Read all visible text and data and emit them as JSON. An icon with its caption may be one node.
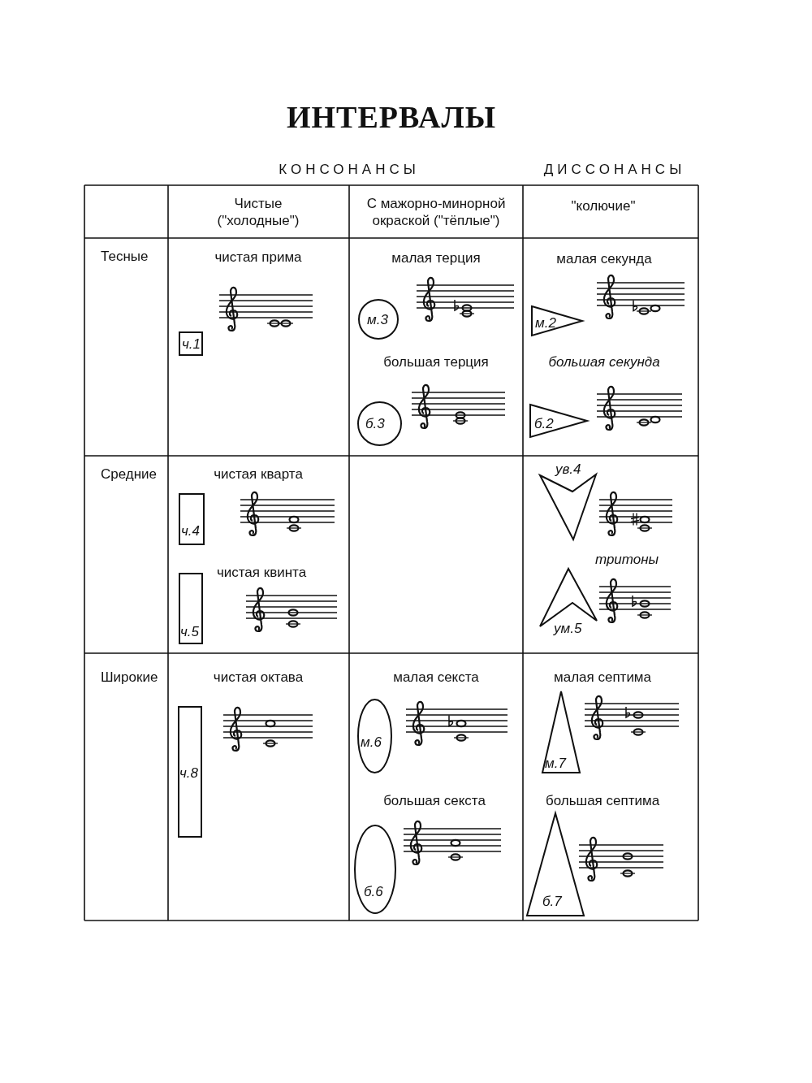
{
  "diagram": {
    "title": "ИНТЕРВАЛЫ",
    "nodes": [
      {
        "text": [
          "ч.1"
        ]
      },
      {
        "text": [
          "м.3"
        ]
      },
      {
        "text": [
          "м.2"
        ]
      },
      {
        "text": [
          "б.3"
        ]
      },
      {
        "text": [
          "б.2"
        ]
      },
      {
        "text": [
          "ч.4"
        ]
      },
      {
        "text": [
          "ч.5"
        ]
      },
      {
        "text": [
          "ув.4"
        ]
      },
      {
        "text": [
          "ум.5"
        ]
      },
      {
        "text": [
          "ч.8"
        ]
      },
      {
        "text": [
          "м.6"
        ]
      },
      {
        "text": [
          "б.6"
        ]
      },
      {
        "text": [
          "м.7"
        ]
      },
      {
        "text": [
          "б.7"
        ]
      }
    ],
    "labels": [
      "КОНСОНАНСЫ",
      "ДИССОНАНСЫ",
      "Чистые (\"холодные\")",
      "С мажорно-минорной окраской (\"тёплые\")",
      "\"колючие\"",
      "Тесные",
      "чистая прима",
      "малая терция",
      "малая секунда",
      "большая терция",
      "большая секунда",
      "Средние",
      "чистая кварта",
      "тритоны",
      "чистая квинта",
      "Широкие",
      "чистая октава",
      "малая секста",
      "малая септима",
      "большая секста",
      "большая септима"
    ]
  }
}
